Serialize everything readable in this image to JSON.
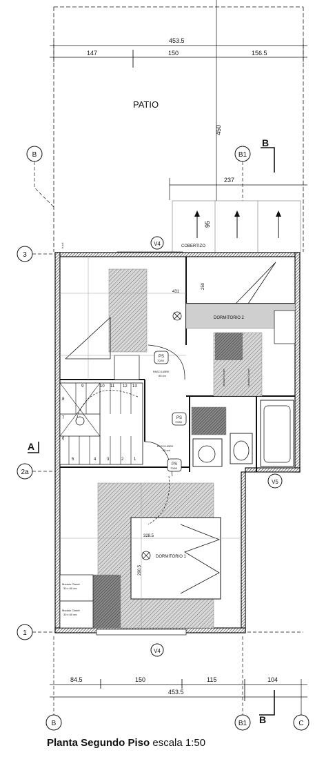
{
  "drawing": {
    "title": "Planta Segundo Piso",
    "scale": "escala 1:50",
    "patio_label": "PATIO",
    "cobertizo_label": "COBERTIZO",
    "bedroom1": "DORMITORIO 1",
    "bedroom2": "DORMITORIO 2",
    "paso_libre": "PASO LIBRE",
    "paso_libre_sub": "65 cm",
    "ps": "PS",
    "ps_sub": "70/50",
    "closet": "Modulo Closet",
    "closet_sub": "30 x 60 cm",
    "bajo": "b.a.ll",
    "stair_numbers": [
      "1",
      "2",
      "3",
      "4",
      "5",
      "6",
      "7",
      "8",
      "9",
      "10",
      "11",
      "12",
      "13"
    ]
  },
  "dimensions": {
    "top_total": "453.5",
    "top_parts": [
      "147",
      "150",
      "156.5"
    ],
    "patio_depth": "450",
    "cobertizo_width": "237",
    "cobertizo_depth": "95",
    "room_431": "431",
    "room_250": "250",
    "bed1_width": "328.5",
    "bed1_depth": "290.5",
    "bottom_parts": [
      "84.5",
      "150",
      "115",
      "104"
    ],
    "bottom_total": "453.5"
  },
  "grid": {
    "B": "B",
    "B1": "B1",
    "C": "C",
    "row3": "3",
    "row2a": "2a",
    "row1": "1",
    "section_A": "A",
    "section_B": "B"
  },
  "windows": {
    "V4_top": "V4",
    "V4_bottom": "V4",
    "V5": "V5"
  },
  "colors": {
    "ink": "#111111",
    "hatch": "#7a7a7a",
    "dark_fill": "#555555",
    "light_fill": "#cfcfcf"
  }
}
